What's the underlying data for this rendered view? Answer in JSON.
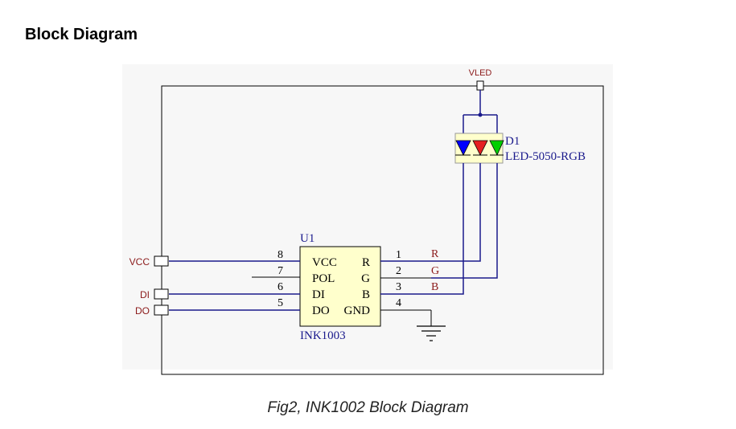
{
  "heading": "Block Diagram",
  "caption": "Fig2, INK1002 Block Diagram",
  "colors": {
    "wire": "#1a1a8c",
    "net_label": "#8b1a1a",
    "port": "#c0392b",
    "ic_fill": "#ffffcc",
    "frame": "#000000",
    "led_blue": "#0000ff",
    "led_red": "#e52020",
    "led_green": "#00d000"
  },
  "ports": {
    "vled": "VLED",
    "vcc": "VCC",
    "di": "DI",
    "do": "DO"
  },
  "led": {
    "designator": "D1",
    "part": "LED-5050-RGB"
  },
  "ic": {
    "designator": "U1",
    "part": "INK1003",
    "left_pins": [
      {
        "number": "8",
        "name": "VCC"
      },
      {
        "number": "7",
        "name": "POL"
      },
      {
        "number": "6",
        "name": "DI"
      },
      {
        "number": "5",
        "name": "DO"
      }
    ],
    "right_pins": [
      {
        "number": "1",
        "name": "R"
      },
      {
        "number": "2",
        "name": "G"
      },
      {
        "number": "3",
        "name": "B"
      },
      {
        "number": "4",
        "name": "GND"
      }
    ]
  },
  "nets": [
    "R",
    "G",
    "B"
  ],
  "ground_icon": "ground-symbol-icon"
}
